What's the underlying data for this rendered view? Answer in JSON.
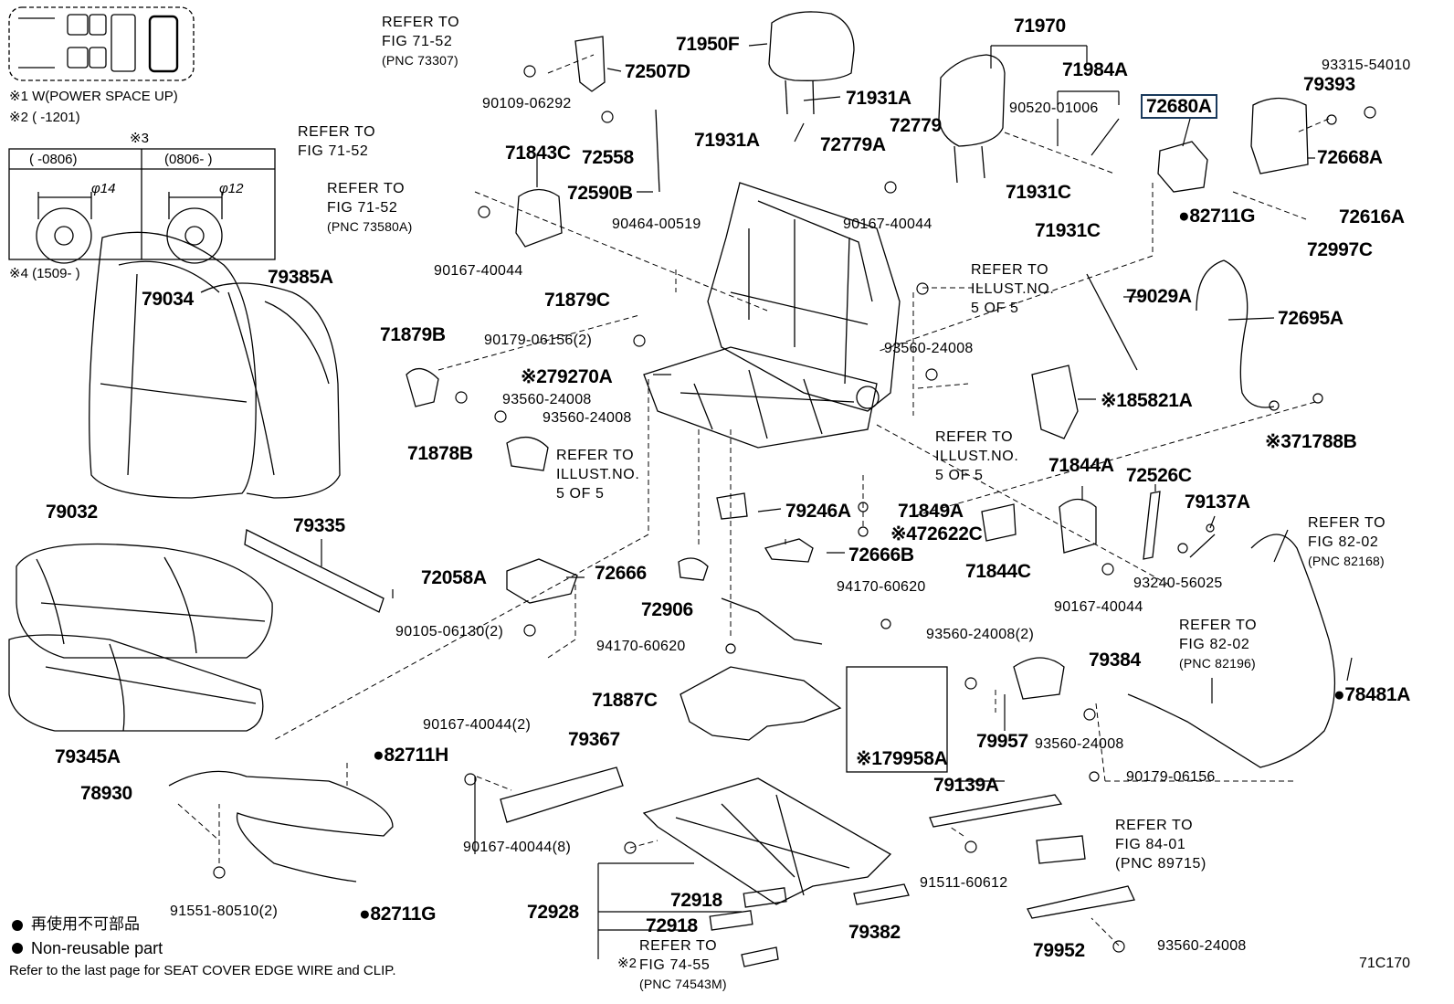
{
  "diagram": {
    "code": "71C170",
    "legend": {
      "items": [
        {
          "symbol": "●",
          "text": "再使用不可部品"
        },
        {
          "symbol": "●",
          "text": "Non-reusable part"
        }
      ],
      "footnote": "Refer to the last page for SEAT COVER EDGE WIRE and CLIP."
    },
    "notes": {
      "n1": "※1 W(POWER SPACE UP)",
      "n2": "※2 (      -1201)",
      "n3_mark": "※3",
      "n3_col1": "(      -0806)",
      "n3_col2": "(0806-      )",
      "n3_dim1": "φ14",
      "n3_dim2": "φ12",
      "n4": "※4 (1509-      )"
    },
    "parts": {
      "p71950F": "71950F",
      "p71970": "71970",
      "p71984A": "71984A",
      "p9052001006": "90520-01006",
      "p72680A": "72680A",
      "p79393": "79393",
      "p9331554010": "93315-54010",
      "p72668A": "72668A",
      "p72507D": "72507D",
      "p9010906292": "90109-06292",
      "p71931A_1": "71931A",
      "p71931A_2": "71931A",
      "p72558": "72558",
      "p72779": "72779",
      "p72779A": "72779A",
      "p71843C": "71843C",
      "p72590B": "72590B",
      "p71931C_1": "71931C",
      "p71931C_2": "71931C",
      "p9046400519": "90464-00519",
      "p9016740044_1": "90167-40044",
      "p9016740044_2": "90167-40044",
      "p82711G_1": "●82711G",
      "p72616A": "72616A",
      "p72997C": "72997C",
      "p71879C": "71879C",
      "p79029A": "79029A",
      "p72695A": "72695A",
      "p79034": "79034",
      "p79385A": "79385A",
      "p71879B": "71879B",
      "p9017906156_2": "90179-06156(2)",
      "p79270A": "※279270A",
      "p9356024008_1": "93560-24008",
      "p9356024008_2": "93560-24008",
      "p9356024008_3": "93560-24008",
      "p85821A": "※185821A",
      "p71788B": "※371788B",
      "p71878B": "71878B",
      "p71844A": "71844A",
      "p72526C": "72526C",
      "p79137A": "79137A",
      "p79032": "79032",
      "p79335": "79335",
      "p79246A": "79246A",
      "p71849A": "71849A",
      "p72622C": "※472622C",
      "p72058A": "72058A",
      "p72666": "72666",
      "p72666B": "72666B",
      "p71844C": "71844C",
      "p9324056025": "93240-56025",
      "p9016740044_3": "90167-40044",
      "p9417060620_1": "94170-60620",
      "p9010506130_2": "90105-06130(2)",
      "p72906": "72906",
      "p9417060620_2": "94170-60620",
      "p9356024008_2x": "93560-24008(2)",
      "p79384": "79384",
      "p71887C": "71887C",
      "p78481A": "●78481A",
      "p79345A": "79345A",
      "p9016740044_2x": "90167-40044(2)",
      "p79367": "79367",
      "p82711H": "●82711H",
      "p79957": "79957",
      "p9356024008_4": "93560-24008",
      "p79958A": "※179958A",
      "p78930": "78930",
      "p9017906156": "90179-06156",
      "p79139A": "79139A",
      "p9016740044_8": "90167-40044(8)",
      "p9151160612": "91511-60612",
      "p72918_1": "72918",
      "p72928": "72928",
      "p72918_2": "72918",
      "p9155180510_2": "91551-80510(2)",
      "p82711G_2": "●82711G",
      "p79382": "79382",
      "p79952": "79952",
      "p9356024008_5": "93560-24008",
      "p72928_note": "※2"
    },
    "refs": {
      "r7152a": {
        "line1": "REFER TO",
        "line2": "FIG 71-52",
        "line3": "(PNC 73307)"
      },
      "r7152b": {
        "line1": "REFER TO",
        "line2": "FIG 71-52"
      },
      "r7152c": {
        "line1": "REFER TO",
        "line2": "FIG 71-52",
        "line3": "(PNC 73580A)"
      },
      "rill1": {
        "line1": "REFER TO",
        "line2": "ILLUST.NO.",
        "line3": "5 OF 5"
      },
      "rill2": {
        "line1": "REFER TO",
        "line2": "ILLUST.NO.",
        "line3": "5 OF 5"
      },
      "rill3": {
        "line1": "REFER TO",
        "line2": "ILLUST.NO.",
        "line3": "5 OF 5"
      },
      "r8202a": {
        "line1": "REFER TO",
        "line2": "FIG 82-02",
        "line3": "(PNC 82168)"
      },
      "r8202b": {
        "line1": "REFER TO",
        "line2": "FIG 82-02",
        "line3": "(PNC 82196)"
      },
      "r8401": {
        "line1": "REFER TO",
        "line2": "FIG 84-01",
        "line3": "(PNC 89715)"
      },
      "r7455": {
        "line1": "REFER TO",
        "line2": "FIG 74-55",
        "line3": "(PNC 74543M)"
      }
    },
    "colors": {
      "ink": "#000000",
      "highlight_border": "#1a3a5c",
      "background": "#ffffff"
    }
  }
}
